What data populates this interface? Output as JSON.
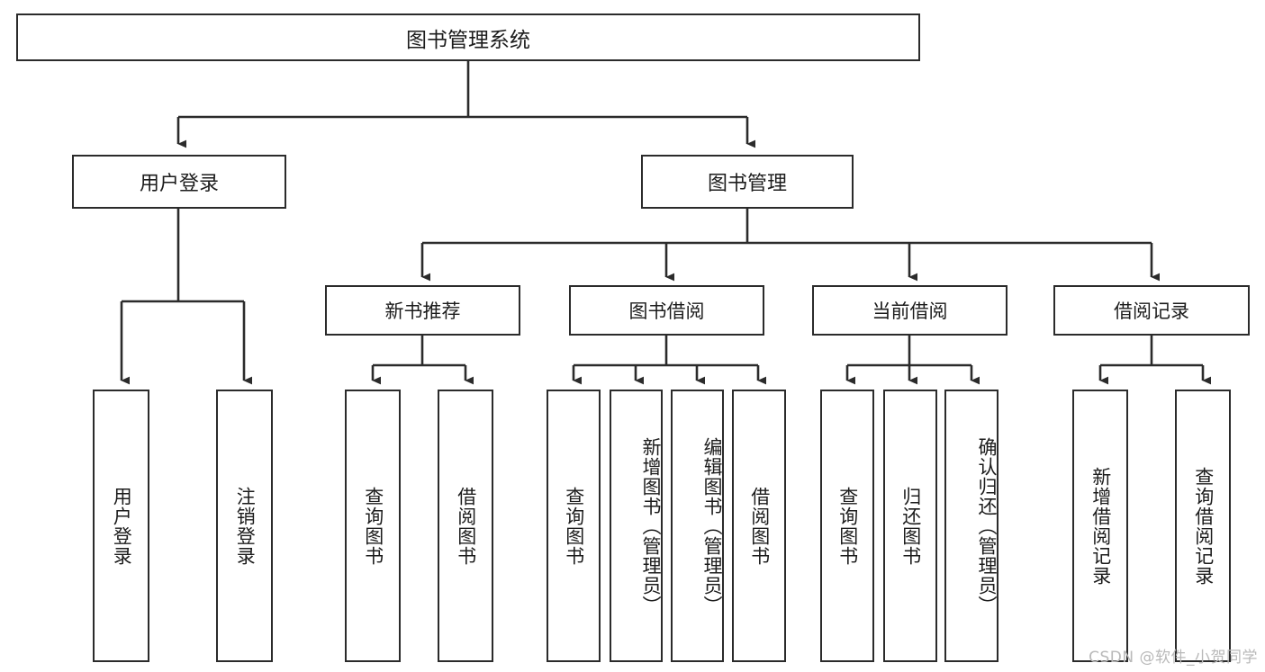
{
  "diagram": {
    "title": "图书管理系统",
    "type": "tree-hierarchy",
    "watermark": "CSDN @软件_小贺同学",
    "colors": {
      "stroke": "#2b2b2b",
      "fill": "#ffffff",
      "text": "#1c1c1c",
      "watermark": "#b9b9b9"
    },
    "levels": {
      "root": {
        "label": "图书管理系统"
      },
      "level2": [
        {
          "id": "user-login",
          "label": "用户登录"
        },
        {
          "id": "book-manage",
          "label": "图书管理"
        }
      ],
      "level3": [
        {
          "id": "new-book-rec",
          "label": "新书推荐",
          "parent": "book-manage"
        },
        {
          "id": "book-borrow",
          "label": "图书借阅",
          "parent": "book-manage"
        },
        {
          "id": "current-borrow",
          "label": "当前借阅",
          "parent": "book-manage"
        },
        {
          "id": "borrow-record",
          "label": "借阅记录",
          "parent": "book-manage"
        }
      ],
      "leaves": [
        {
          "id": "leaf-user-login",
          "label": "用户登录",
          "parent": "user-login"
        },
        {
          "id": "leaf-logout",
          "label": "注销登录",
          "parent": "user-login"
        },
        {
          "id": "leaf-query-book-1",
          "label": "查询图书",
          "parent": "new-book-rec"
        },
        {
          "id": "leaf-borrow-book-1",
          "label": "借阅图书",
          "parent": "new-book-rec"
        },
        {
          "id": "leaf-query-book-2",
          "label": "查询图书",
          "parent": "book-borrow"
        },
        {
          "id": "leaf-add-book",
          "label": "新增图书（管理员）",
          "parent": "book-borrow"
        },
        {
          "id": "leaf-edit-book",
          "label": "编辑图书（管理员）",
          "parent": "book-borrow"
        },
        {
          "id": "leaf-borrow-book-2",
          "label": "借阅图书",
          "parent": "book-borrow"
        },
        {
          "id": "leaf-query-book-3",
          "label": "查询图书",
          "parent": "current-borrow"
        },
        {
          "id": "leaf-return-book",
          "label": "归还图书",
          "parent": "current-borrow"
        },
        {
          "id": "leaf-confirm-return",
          "label": "确认归还（管理员）",
          "parent": "current-borrow"
        },
        {
          "id": "leaf-add-record",
          "label": "新增借阅记录",
          "parent": "borrow-record"
        },
        {
          "id": "leaf-query-record",
          "label": "查询借阅记录",
          "parent": "borrow-record"
        }
      ]
    }
  }
}
